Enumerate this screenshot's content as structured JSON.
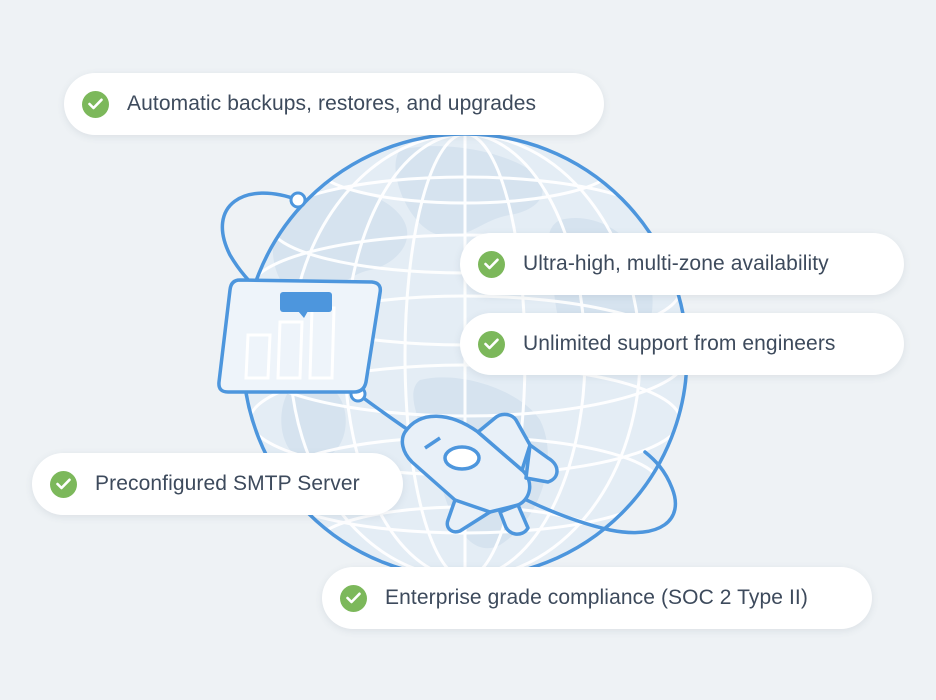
{
  "colors": {
    "background": "#eef2f5",
    "accent_blue": "#4d96dd",
    "globe_fill": "#e4edf5",
    "check_green": "#7cb85b",
    "text": "#3d4a5c"
  },
  "icons": {
    "check": "check-circle-icon",
    "globe": "globe-illustration",
    "dashboard": "dashboard-chart-icon",
    "rocket": "rocket-icon",
    "speech_bubble": "speech-bubble-icon"
  },
  "features": [
    {
      "label": "Automatic backups, restores, and upgrades"
    },
    {
      "label": "Ultra-high, multi-zone availability"
    },
    {
      "label": "Unlimited support from engineers"
    },
    {
      "label": "Preconfigured SMTP Server"
    },
    {
      "label": "Enterprise grade compliance (SOC 2 Type II)"
    }
  ]
}
